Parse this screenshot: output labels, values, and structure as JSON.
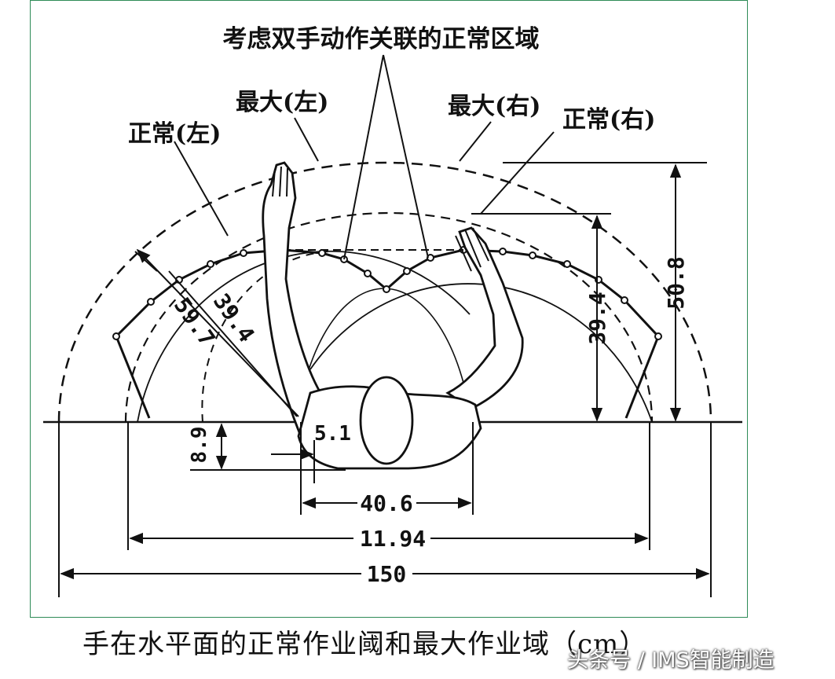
{
  "title": "考虑双手动作关联的正常区域",
  "labels": {
    "max_left": "最大(左)",
    "max_right": "最大(右)",
    "normal_left": "正常(左)",
    "normal_right": "正常(右)"
  },
  "dimensions": {
    "d_50_8": "50.8",
    "d_39_4_right": "39.4",
    "d_39_4_diag": "39.4",
    "d_59_7": "59.7",
    "d_8_9": "8.9",
    "d_5_1": "5.1",
    "d_40_6": "40.6",
    "d_11_94": "11.94",
    "d_150": "150"
  },
  "caption": "手在水平面的正常作业阈和最大作业域（cm）",
  "watermark": "头条号 / IMS智能制造",
  "colors": {
    "frame": "#2e8b57",
    "ink": "#111111"
  }
}
